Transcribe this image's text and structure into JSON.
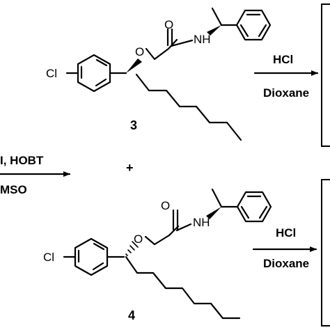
{
  "compounds": [
    {
      "label": "3",
      "atoms": {
        "chlorine": "Cl",
        "ether_oxygen": "O",
        "carbonyl_oxygen": "O",
        "amide_nh": "NH"
      },
      "reaction": {
        "reagent_above": "HCl",
        "reagent_below": "Dioxane"
      }
    },
    {
      "label": "4",
      "atoms": {
        "chlorine": "Cl",
        "ether_oxygen": "O",
        "carbonyl_oxygen": "O",
        "amide_nh": "NH"
      },
      "reaction": {
        "reagent_above": "HCl",
        "reagent_below": "Dioxane"
      }
    }
  ],
  "coupling": {
    "reagent_above": "I, HOBT",
    "reagent_below": "MSO"
  },
  "plus_sign": "+"
}
